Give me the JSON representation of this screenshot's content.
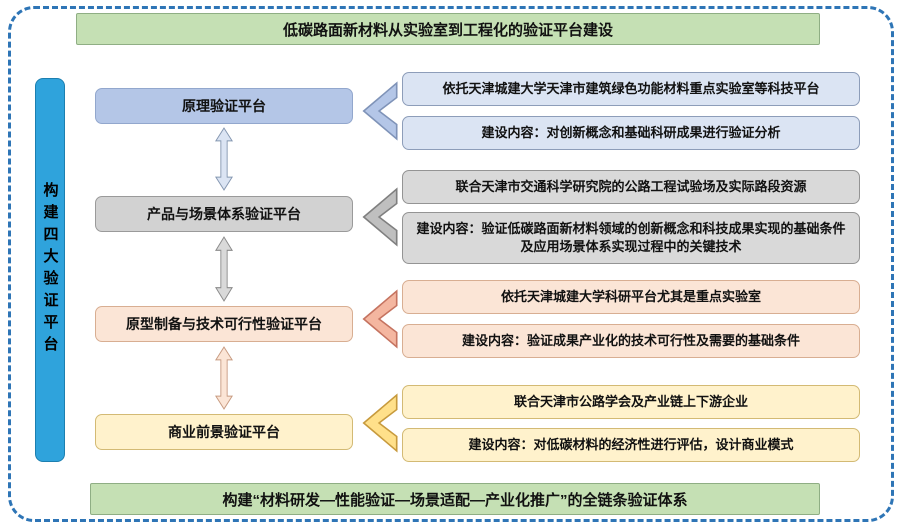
{
  "top_banner": "低碳路面新材料从实验室到工程化的验证平台建设",
  "bottom_banner": "构建“材料研发—性能验证—场景适配—产业化推广”的全链条验证体系",
  "side_label": "构建四大验证平台",
  "rows": [
    {
      "platform": "原理验证平台",
      "boxes": [
        "依托天津城建大学天津市建筑绿色功能材料重点实验室等科技平台",
        "建设内容：对创新概念和基础科研成果进行验证分析"
      ]
    },
    {
      "platform": "产品与场景体系验证平台",
      "boxes": [
        "联合天津市交通科学研究院的公路工程试验场及实际路段资源",
        "建设内容：验证低碳路面新材料领域的创新概念和科技成果实现的基础条件及应用场景体系实现过程中的关键技术"
      ]
    },
    {
      "platform": "原型制备与技术可行性验证平台",
      "boxes": [
        "依托天津城建大学科研平台尤其是重点实验室",
        "建设内容：验证成果产业化的技术可行性及需要的基础条件"
      ]
    },
    {
      "platform": "商业前景验证平台",
      "boxes": [
        "联合天津市公路学会及产业链上下游企业",
        "建设内容：对低碳材料的经济性进行评估，设计商业模式"
      ]
    }
  ],
  "palette": {
    "frame_dashed_blue": "#2e75b6",
    "banner_green": "#c5e0b4",
    "side_bar_blue": "#2fa3dc",
    "row1_platform": "#b4c6e7",
    "row1_info": "#dbe4f3",
    "row2_platform": "#d2d2d2",
    "row2_info": "#d9d9d9",
    "row3_color": "#fbe5d6",
    "row4_color": "#fff2cc",
    "chevron1": "#b4c6e7",
    "chevron2": "#bfbfbf",
    "chevron3": "#f4b6a0",
    "chevron4": "#ffe08a"
  }
}
